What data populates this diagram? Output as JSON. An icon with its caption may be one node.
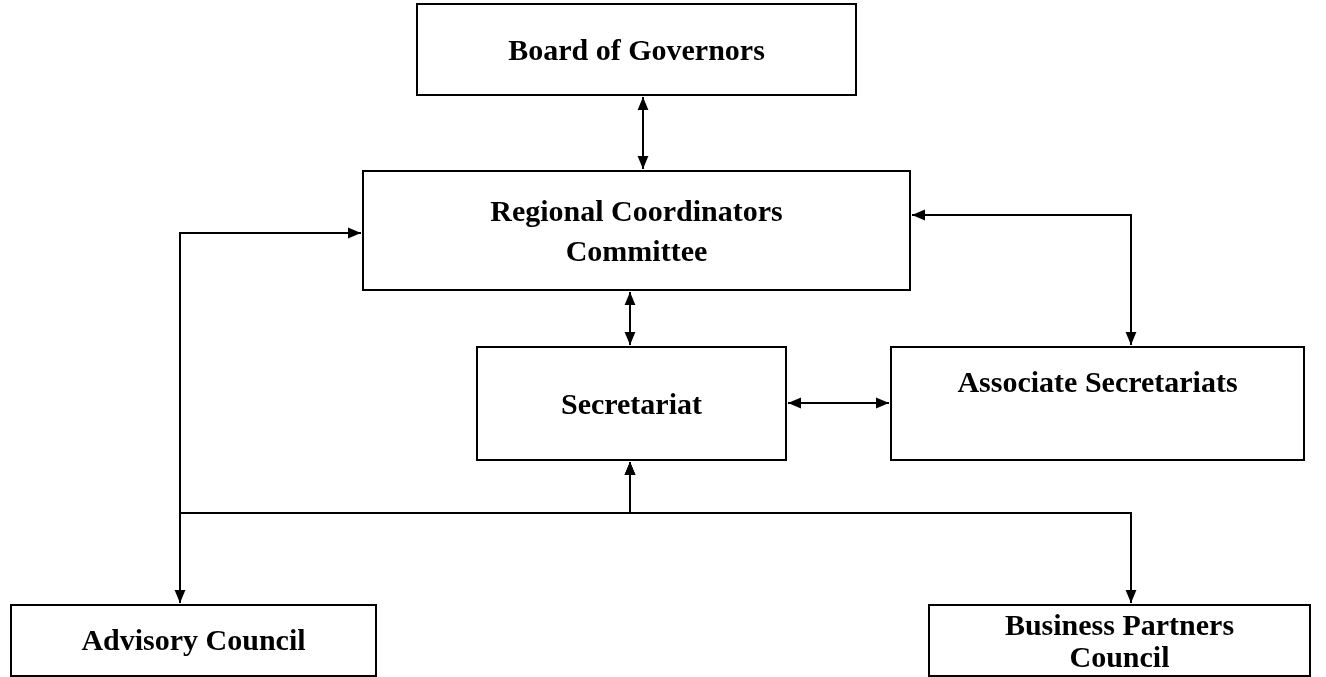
{
  "diagram": {
    "nodes": [
      {
        "text": [
          "Board of Governors"
        ]
      },
      {
        "text": [
          "Regional Coordinators Committee"
        ]
      },
      {
        "text": [
          "Secretariat"
        ]
      },
      {
        "text": [
          "Associate Secretariats"
        ]
      },
      {
        "text": [
          "Advisory Council"
        ]
      },
      {
        "text": [
          "Business Partners Council"
        ]
      }
    ],
    "edges": [
      {
        "from": 0,
        "to": 1,
        "arrow": "both"
      },
      {
        "from": 1,
        "to": 2,
        "arrow": "both"
      },
      {
        "from": 2,
        "to": 3,
        "arrow": "both"
      },
      {
        "from": 1,
        "to": 3,
        "arrow": "both"
      },
      {
        "from": 2,
        "to": 4,
        "arrow": "both"
      },
      {
        "from": 2,
        "to": 5,
        "arrow": "both"
      },
      {
        "from": 2,
        "to": 1,
        "arrow": "both"
      }
    ]
  }
}
